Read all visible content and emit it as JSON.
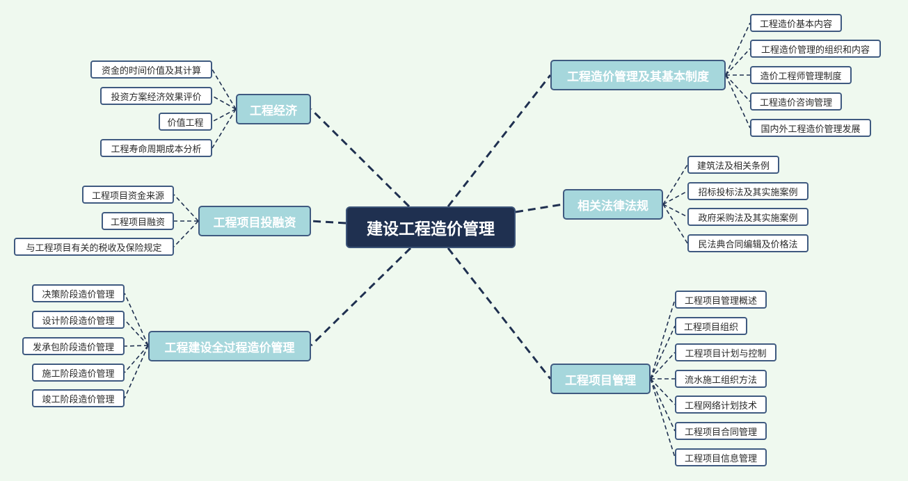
{
  "root": {
    "label": "建设工程造价管理"
  },
  "branches": [
    {
      "label": "工程经济",
      "children": [
        "资金的时间价值及其计算",
        "投资方案经济效果评价",
        "价值工程",
        "工程寿命周期成本分析"
      ]
    },
    {
      "label": "工程项目投融资",
      "children": [
        "工程项目资金来源",
        "工程项目融资",
        "与工程项目有关的税收及保险规定"
      ]
    },
    {
      "label": "工程建设全过程造价管理",
      "children": [
        "决策阶段造价管理",
        "设计阶段造价管理",
        "发承包阶段造价管理",
        "施工阶段造价管理",
        "竣工阶段造价管理"
      ]
    },
    {
      "label": "工程造价管理及其基本制度",
      "children": [
        "工程造价基本内容",
        "工程造价管理的组织和内容",
        "造价工程师管理制度",
        "工程造价咨询管理",
        "国内外工程造价管理发展"
      ]
    },
    {
      "label": "相关法律法规",
      "children": [
        "建筑法及相关条例",
        "招标投标法及其实施案例",
        "政府采购法及其实施案例",
        "民法典合同编辑及价格法"
      ]
    },
    {
      "label": "工程项目管理",
      "children": [
        "工程项目管理概述",
        "工程项目组织",
        "工程项目计划与控制",
        "流水施工组织方法",
        "工程网络计划技术",
        "工程项目合同管理",
        "工程项目信息管理"
      ]
    }
  ],
  "colors": {
    "background": "#eff9ef",
    "root_fill": "#1f3050",
    "branch_fill": "#a6d7dc",
    "leaf_fill": "#ffffff",
    "border": "#3f5a80",
    "connector": "#1f3050"
  }
}
